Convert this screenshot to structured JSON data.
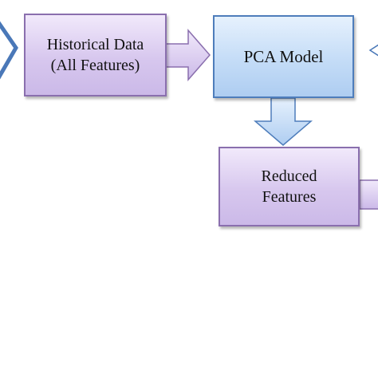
{
  "nodes": {
    "historical_data": {
      "line1": "Historical Data",
      "line2": "(All Features)"
    },
    "pca_model": {
      "line1": "PCA Model"
    },
    "reduced_features": {
      "line1": "Reduced",
      "line2": "Features"
    }
  },
  "colors": {
    "purple_fill": "#d7c7ee",
    "purple_border": "#8a6fae",
    "blue_fill": "#c4dcf7",
    "blue_border": "#4e7dbb",
    "arrow_outline": "#4a78b8"
  }
}
